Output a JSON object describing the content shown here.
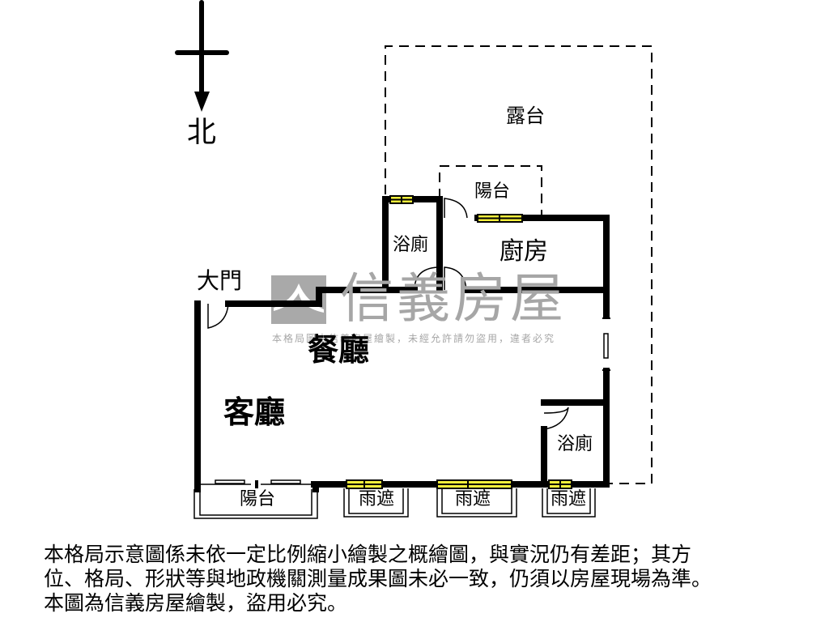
{
  "compass": {
    "label": "北",
    "icon": "north-arrow-icon"
  },
  "rooms": {
    "terrace": "露台",
    "balcony_top": "陽台",
    "bathroom_top": "浴廁",
    "kitchen": "廚房",
    "main_door": "大門",
    "dining": "餐廳",
    "living": "客廳",
    "bathroom_right": "浴廁",
    "balcony_bottom": "陽台",
    "awning_1": "雨遮",
    "awning_2": "雨遮",
    "awning_3": "雨遮"
  },
  "watermark": {
    "brand": "信義房屋",
    "notice": "本格局圖由信義房屋繪製，未經允許請勿盜用，違者必究",
    "color": "#a6a6a6"
  },
  "colors": {
    "wall": "#000000",
    "window": "#f5f03c",
    "dashed": "#000000"
  },
  "disclaimer": {
    "line1": "本格局示意圖係未依一定比例縮小繪製之概繪圖，與實況仍有差距；其方",
    "line2": "位、格局、形狀等與地政機關測量成果圖未必一致，仍須以房屋現場為準。",
    "line3": "本圖為信義房屋繪製，盜用必究。"
  }
}
